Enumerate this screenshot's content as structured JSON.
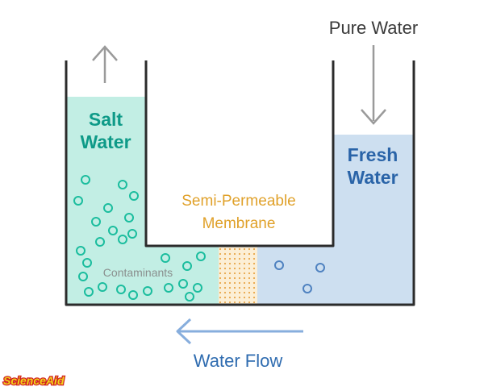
{
  "labels": {
    "pure_water": "Pure Water",
    "salt_line1": "Salt",
    "salt_line2": "Water",
    "fresh_line1": "Fresh",
    "fresh_line2": "Water",
    "membrane_line1": "Semi-Permeable",
    "membrane_line2": "Membrane",
    "contaminants": "Contaminants",
    "water_flow": "Water Flow"
  },
  "logo": {
    "part1": "Science",
    "part2": "Aid"
  },
  "colors": {
    "salt_water": "#c2eee4",
    "fresh_water": "#cddff0",
    "membrane": "#fcefd6",
    "membrane_dots": "#e8a64a",
    "salt_text": "#0e9a88",
    "fresh_text": "#2a64a8",
    "membrane_text": "#e0a12a",
    "contaminant": "#1bbd9e",
    "fresh_particle": "#4f82c0",
    "flow_arrow": "#87aedd",
    "flow_text": "#2f6cb0",
    "container": "#2b2b2b",
    "arrow_gray": "#9a9a9a",
    "logo_yellow": "#f0d21b",
    "logo_red": "#d21f1f"
  },
  "icons": {
    "up_arrow": "up-arrow-icon",
    "down_arrow": "down-arrow-icon",
    "flow_arrow": "left-arrow-icon"
  }
}
